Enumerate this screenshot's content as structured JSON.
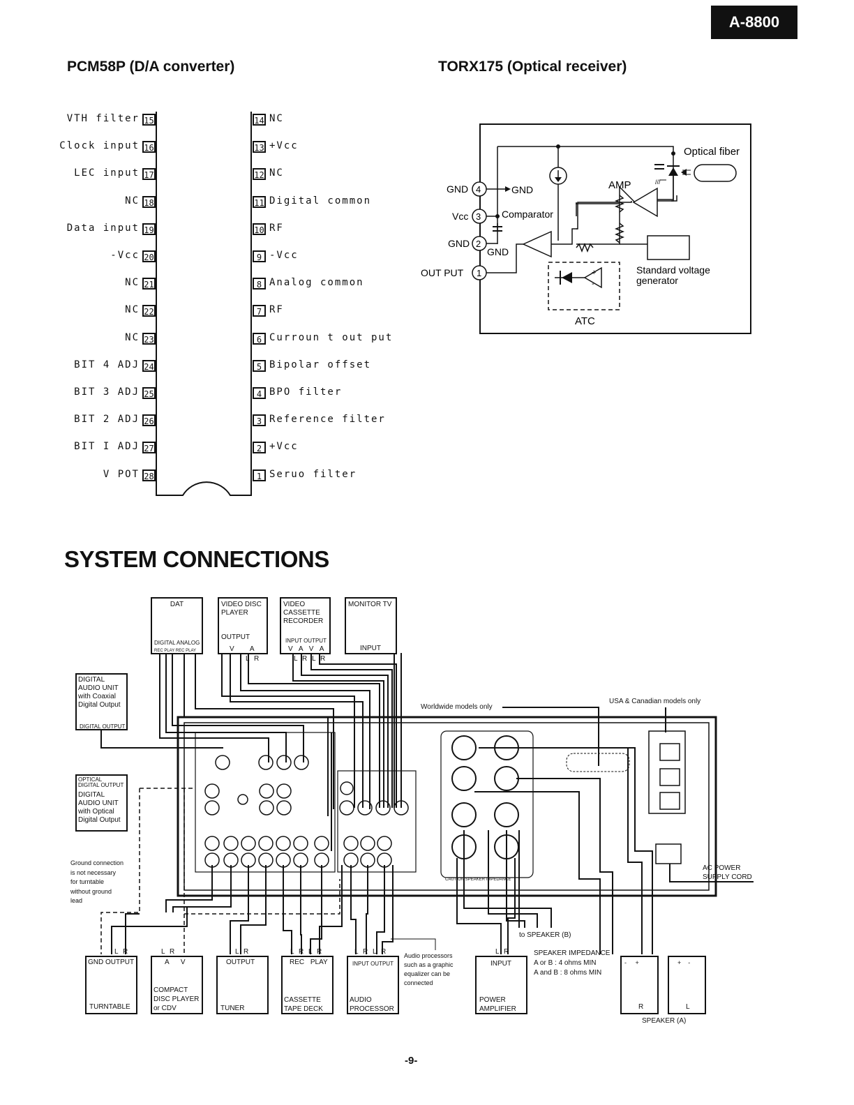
{
  "header": {
    "model": "A-8800"
  },
  "pcm": {
    "title": "PCM58P (D/A converter)",
    "left_pins": [
      {
        "num": "15",
        "label": "VTH filter"
      },
      {
        "num": "16",
        "label": "Clock input"
      },
      {
        "num": "17",
        "label": "LEC input"
      },
      {
        "num": "18",
        "label": "NC"
      },
      {
        "num": "19",
        "label": "Data input"
      },
      {
        "num": "20",
        "label": "-Vcc"
      },
      {
        "num": "21",
        "label": "NC"
      },
      {
        "num": "22",
        "label": "NC"
      },
      {
        "num": "23",
        "label": "NC"
      },
      {
        "num": "24",
        "label": "BIT 4 ADJ"
      },
      {
        "num": "25",
        "label": "BIT 3 ADJ"
      },
      {
        "num": "26",
        "label": "BIT 2 ADJ"
      },
      {
        "num": "27",
        "label": "BIT I ADJ"
      },
      {
        "num": "28",
        "label": "V POT"
      }
    ],
    "right_pins": [
      {
        "num": "14",
        "label": "NC"
      },
      {
        "num": "13",
        "label": "+Vcc"
      },
      {
        "num": "12",
        "label": "NC"
      },
      {
        "num": "11",
        "label": "Digital common"
      },
      {
        "num": "10",
        "label": "RF"
      },
      {
        "num": "9",
        "label": "-Vcc"
      },
      {
        "num": "8",
        "label": "Analog common"
      },
      {
        "num": "7",
        "label": "RF"
      },
      {
        "num": "6",
        "label": "Curroun t out put"
      },
      {
        "num": "5",
        "label": "Bipolar offset"
      },
      {
        "num": "4",
        "label": "BPO filter"
      },
      {
        "num": "3",
        "label": "Reference filter"
      },
      {
        "num": "2",
        "label": "+Vcc"
      },
      {
        "num": "1",
        "label": "Seruo filter"
      }
    ]
  },
  "torx": {
    "title": "TORX175 (Optical receiver)",
    "optical_fiber": "Optical fiber",
    "amp": "AMP",
    "gnd_label_1": "GND",
    "gnd_out": "GND",
    "vcc": "Vcc",
    "comparator": "Comparator",
    "gnd_label_2": "GND",
    "gnd_inner": "GND",
    "output": "OUT PUT",
    "std_voltage": "Standard voltage",
    "generator": "generator",
    "atc": "ATC",
    "pin4": "4",
    "pin3": "3",
    "pin2": "2",
    "pin1": "1"
  },
  "system": {
    "title": "SYSTEM CONNECTIONS",
    "dat": {
      "name": "DAT",
      "sub": "DIGITAL ANALOG",
      "sub2": "REC PLAY REC PLAY"
    },
    "vdp": {
      "line1": "VIDEO DISC",
      "line2": "PLAYER",
      "out": "OUTPUT",
      "va": "V A",
      "lr": "L R"
    },
    "vcr": {
      "line1": "VIDEO",
      "line2": "CASSETTE",
      "line3": "RECORDER",
      "io": "INPUT OUTPUT",
      "vava": "V A V A",
      "lrlr": "L R L R"
    },
    "monitor": {
      "name": "MONITOR TV",
      "input": "INPUT"
    },
    "dau_coax": {
      "l1": "DIGITAL",
      "l2": "AUDIO UNIT",
      "l3": "with Coaxial",
      "l4": "Digital Output",
      "l5": "DIGITAL OUTPUT"
    },
    "dau_opt": {
      "l0": "OPTICAL",
      "l0b": "DIGITAL OUTPUT",
      "l1": "DIGITAL",
      "l2": "AUDIO UNIT",
      "l3": "with Optical",
      "l4": "Digital Output"
    },
    "ground_note": {
      "l1": "Ground connection",
      "l2": "is not necessary",
      "l3": "for turntable",
      "l4": "without ground",
      "l5": "lead"
    },
    "worldwide": "Worldwide models only",
    "usa": "USA & Canadian models only",
    "ac_power": {
      "l1": "AC POWER",
      "l2": "SUPPLY CORD"
    },
    "to_speaker_b": "to SPEAKER (B)",
    "caution": "CAUTION SPEAKER IMPEDANCE",
    "turntable": {
      "head": "GND OUTPUT",
      "name": "TURNTABLE",
      "lr": "L R"
    },
    "cd": {
      "head": "A V",
      "l1": "COMPACT",
      "l2": "DISC PLAYER",
      "l3": "or CDV",
      "lr": "L R"
    },
    "tuner": {
      "head": "OUTPUT",
      "name": "TUNER",
      "lr": "L R"
    },
    "deck": {
      "head": "REC PLAY",
      "l1": "CASSETTE",
      "l2": "TAPE DECK",
      "lr": "L R L R"
    },
    "processor": {
      "head": "INPUT OUTPUT",
      "l1": "AUDIO",
      "l2": "PROCESSOR",
      "lr": "L R L R"
    },
    "proc_note": {
      "l1": "Audio processors",
      "l2": "such as a graphic",
      "l3": "equalizer can be",
      "l4": "connected"
    },
    "power_amp": {
      "head": "INPUT",
      "l1": "POWER",
      "l2": "AMPLIFIER",
      "lr": "L R"
    },
    "impedance": {
      "l1": "SPEAKER IMPEDANCE",
      "l2": "A or B : 4 ohms MIN",
      "l3": "A and B : 8 ohms MIN"
    },
    "speaker_r": "R",
    "speaker_l": "L",
    "speaker_a": "SPEAKER (A)"
  },
  "footer": {
    "page": "-9-"
  }
}
